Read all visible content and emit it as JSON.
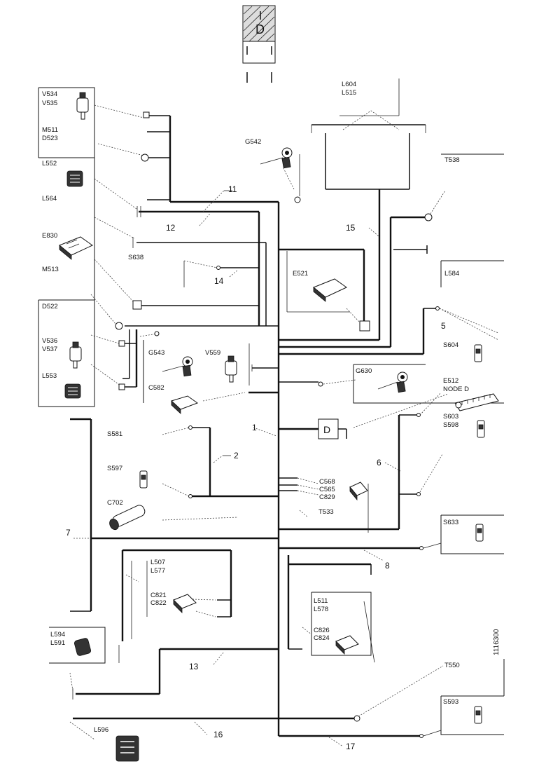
{
  "components": {
    "v534": "V534",
    "v535": "V535",
    "m511": "M511",
    "d523": "D523",
    "l552": "L552",
    "l564": "L564",
    "e830": "E830",
    "m513": "M513",
    "d522": "D522",
    "v536": "V536",
    "v537": "V537",
    "l553": "L553",
    "g542": "G542",
    "s638": "S638",
    "g543": "G543",
    "c582": "C582",
    "v559": "V559",
    "e521": "E521",
    "l604": "L604",
    "l515": "L515",
    "t538": "T538",
    "l584": "L584",
    "s604": "S604",
    "g630": "G630",
    "e512": "E512",
    "node_d": "NODE D",
    "s603": "S603",
    "s598": "S598",
    "s581": "S581",
    "s597": "S597",
    "c702": "C702",
    "c568": "C568",
    "c565": "C565",
    "c829": "C829",
    "t533": "T533",
    "s633": "S633",
    "l507": "L507",
    "l577": "L577",
    "c821": "C821",
    "c822": "C822",
    "l511": "L511",
    "l578": "L578",
    "c826": "C826",
    "c824": "C824",
    "l594": "L594",
    "l591": "L591",
    "t550": "T550",
    "s593": "S593",
    "l596": "L596"
  },
  "wire_numbers": {
    "n1": "1",
    "n2": "2",
    "n5": "5",
    "n6": "6",
    "n7": "7",
    "n8": "8",
    "n11": "11",
    "n12": "12",
    "n13": "13",
    "n14": "14",
    "n15": "15",
    "n16": "16",
    "n17": "17"
  },
  "node_letter": "D",
  "drawing_number": "1116300",
  "legend_box": {
    "letter": "D"
  }
}
